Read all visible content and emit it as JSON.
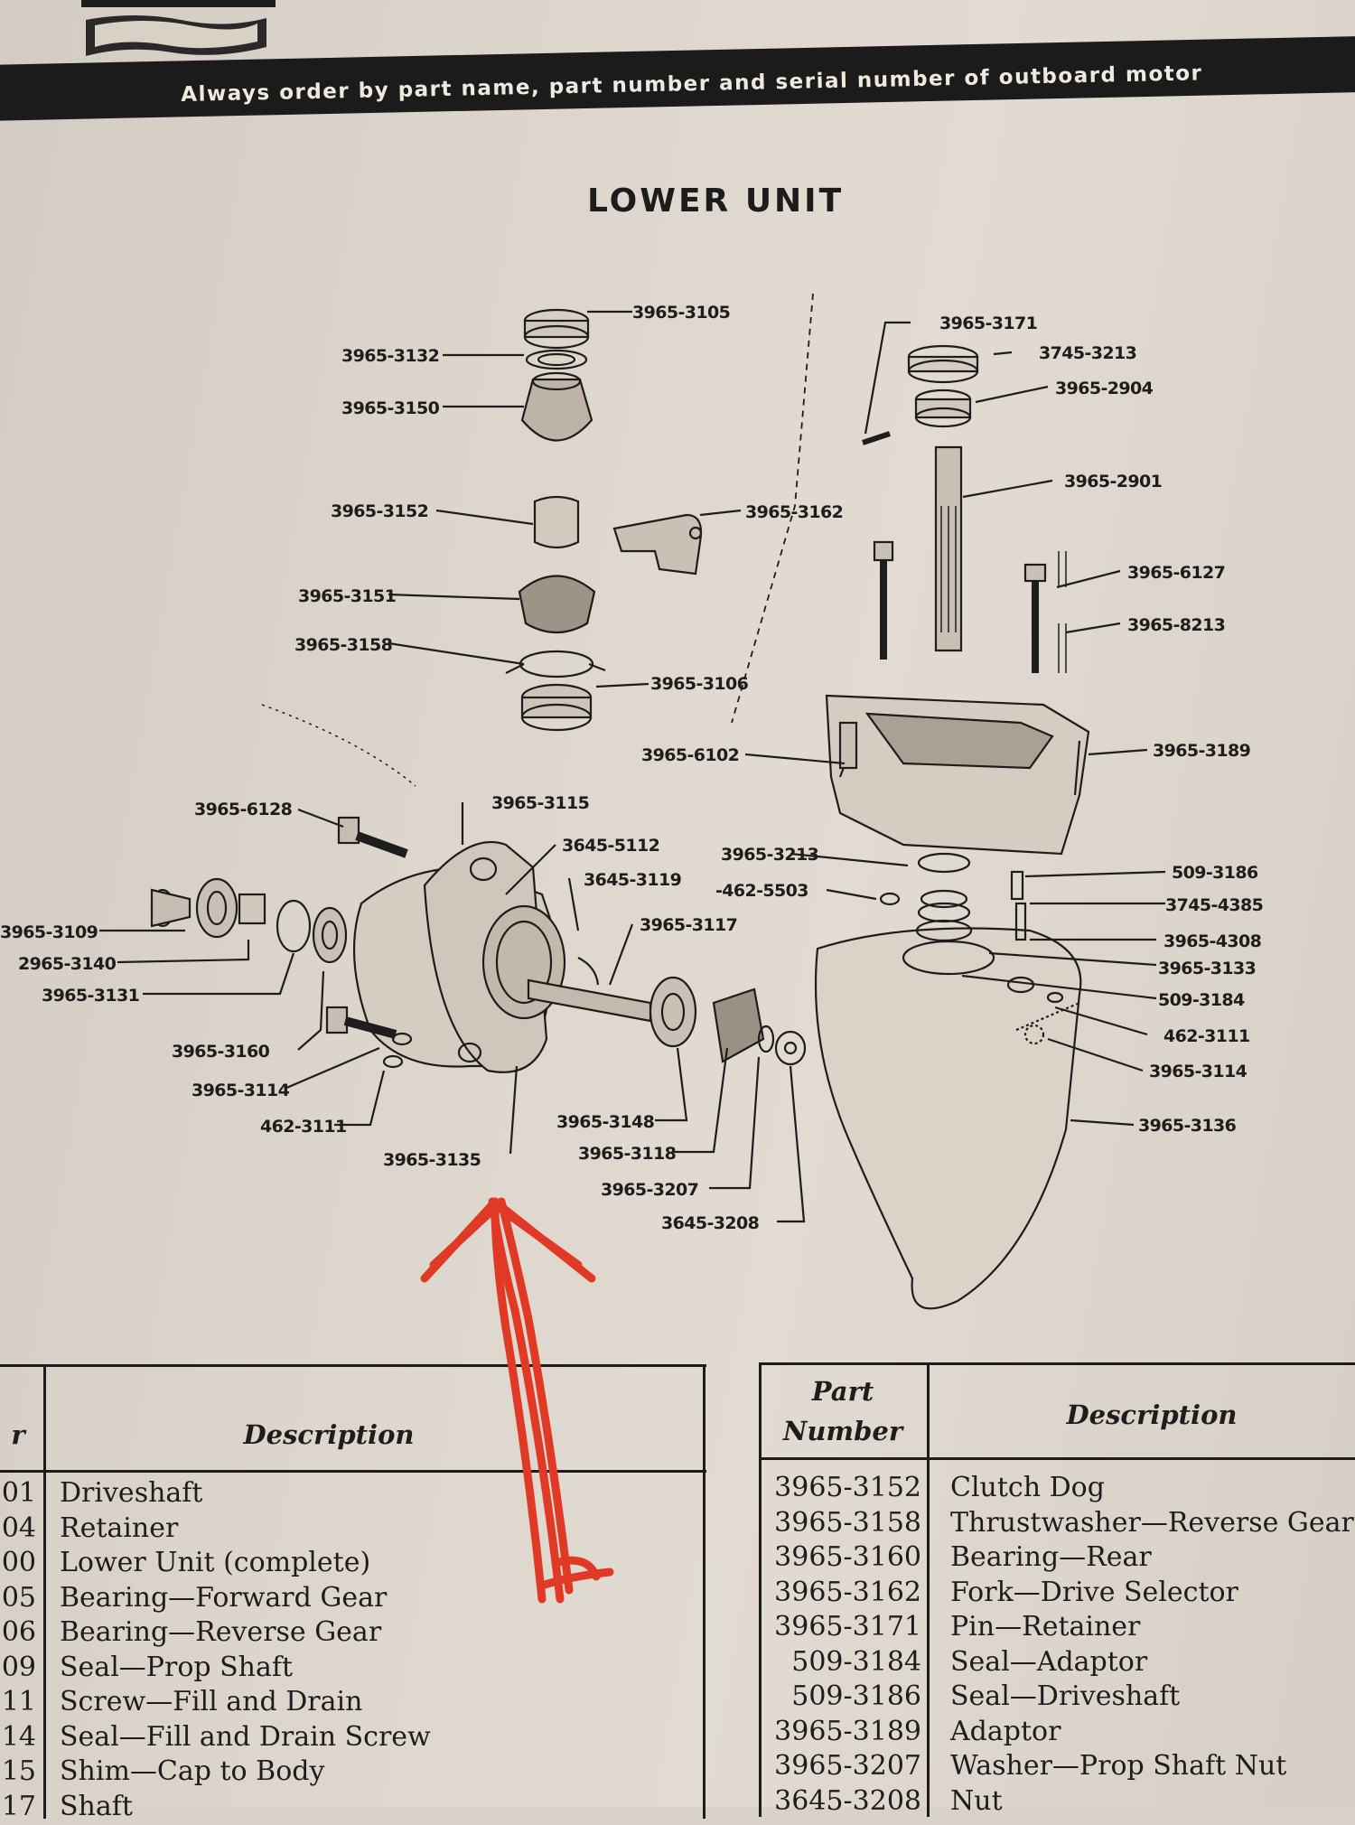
{
  "header": {
    "banner": "Always order by part name, part number and serial number of outboard motor"
  },
  "page_title": "LOWER UNIT",
  "diagram_labels": [
    "3965-3105",
    "3965-3132",
    "3965-3150",
    "3965-3152",
    "3965-3151",
    "3965-3158",
    "3965-3106",
    "3965-3162",
    "3965-3171",
    "3745-3213",
    "3965-2904",
    "3965-2901",
    "3965-6127",
    "3965-8213",
    "3965-3189",
    "3965-6102",
    "3965-6128",
    "3965-3115",
    "3645-5112",
    "3645-3119",
    "3965-3117",
    "3965-3213",
    "-462-5503",
    "509-3186",
    "3745-4385",
    "3965-4308",
    "3965-3133",
    "509-3184",
    "462-3111",
    "3965-3114",
    "3965-3136",
    "3965-3109",
    "2965-3140",
    "3965-3131",
    "3965-3160",
    "3965-3114",
    "462-3111",
    "3965-3135",
    "3965-3148",
    "3965-3118",
    "3965-3207",
    "3645-3208"
  ],
  "left_table": {
    "description_header": "Description",
    "number_header_fragment": "r",
    "rows": [
      {
        "num": "01",
        "desc": "Driveshaft"
      },
      {
        "num": "04",
        "desc": "Retainer"
      },
      {
        "num": "00",
        "desc": "Lower Unit (complete)"
      },
      {
        "num": "05",
        "desc": "Bearing—Forward Gear"
      },
      {
        "num": "06",
        "desc": "Bearing—Reverse Gear"
      },
      {
        "num": "09",
        "desc": "Seal—Prop Shaft"
      },
      {
        "num": "11",
        "desc": "Screw—Fill and Drain"
      },
      {
        "num": "14",
        "desc": "Seal—Fill and Drain Screw"
      },
      {
        "num": "15",
        "desc": "Shim—Cap to Body"
      },
      {
        "num": "17",
        "desc": "Shaft"
      }
    ]
  },
  "right_table": {
    "part_header_1": "Part",
    "part_header_2": "Number",
    "description_header": "Description",
    "rows": [
      {
        "num": "3965-3152",
        "desc": "Clutch Dog"
      },
      {
        "num": "3965-3158",
        "desc": "Thrustwasher—Reverse Gear"
      },
      {
        "num": "3965-3160",
        "desc": "Bearing—Rear"
      },
      {
        "num": "3965-3162",
        "desc": "Fork—Drive Selector"
      },
      {
        "num": "3965-3171",
        "desc": "Pin—Retainer"
      },
      {
        "num": "509-3184",
        "desc": "Seal—Adaptor"
      },
      {
        "num": "509-3186",
        "desc": "Seal—Driveshaft"
      },
      {
        "num": "3965-3189",
        "desc": "Adaptor"
      },
      {
        "num": "3965-3207",
        "desc": "Washer—Prop Shaft Nut"
      },
      {
        "num": "3645-3208",
        "desc": "Nut"
      }
    ]
  },
  "annotation": {
    "arrow_color": "#e03a26"
  }
}
